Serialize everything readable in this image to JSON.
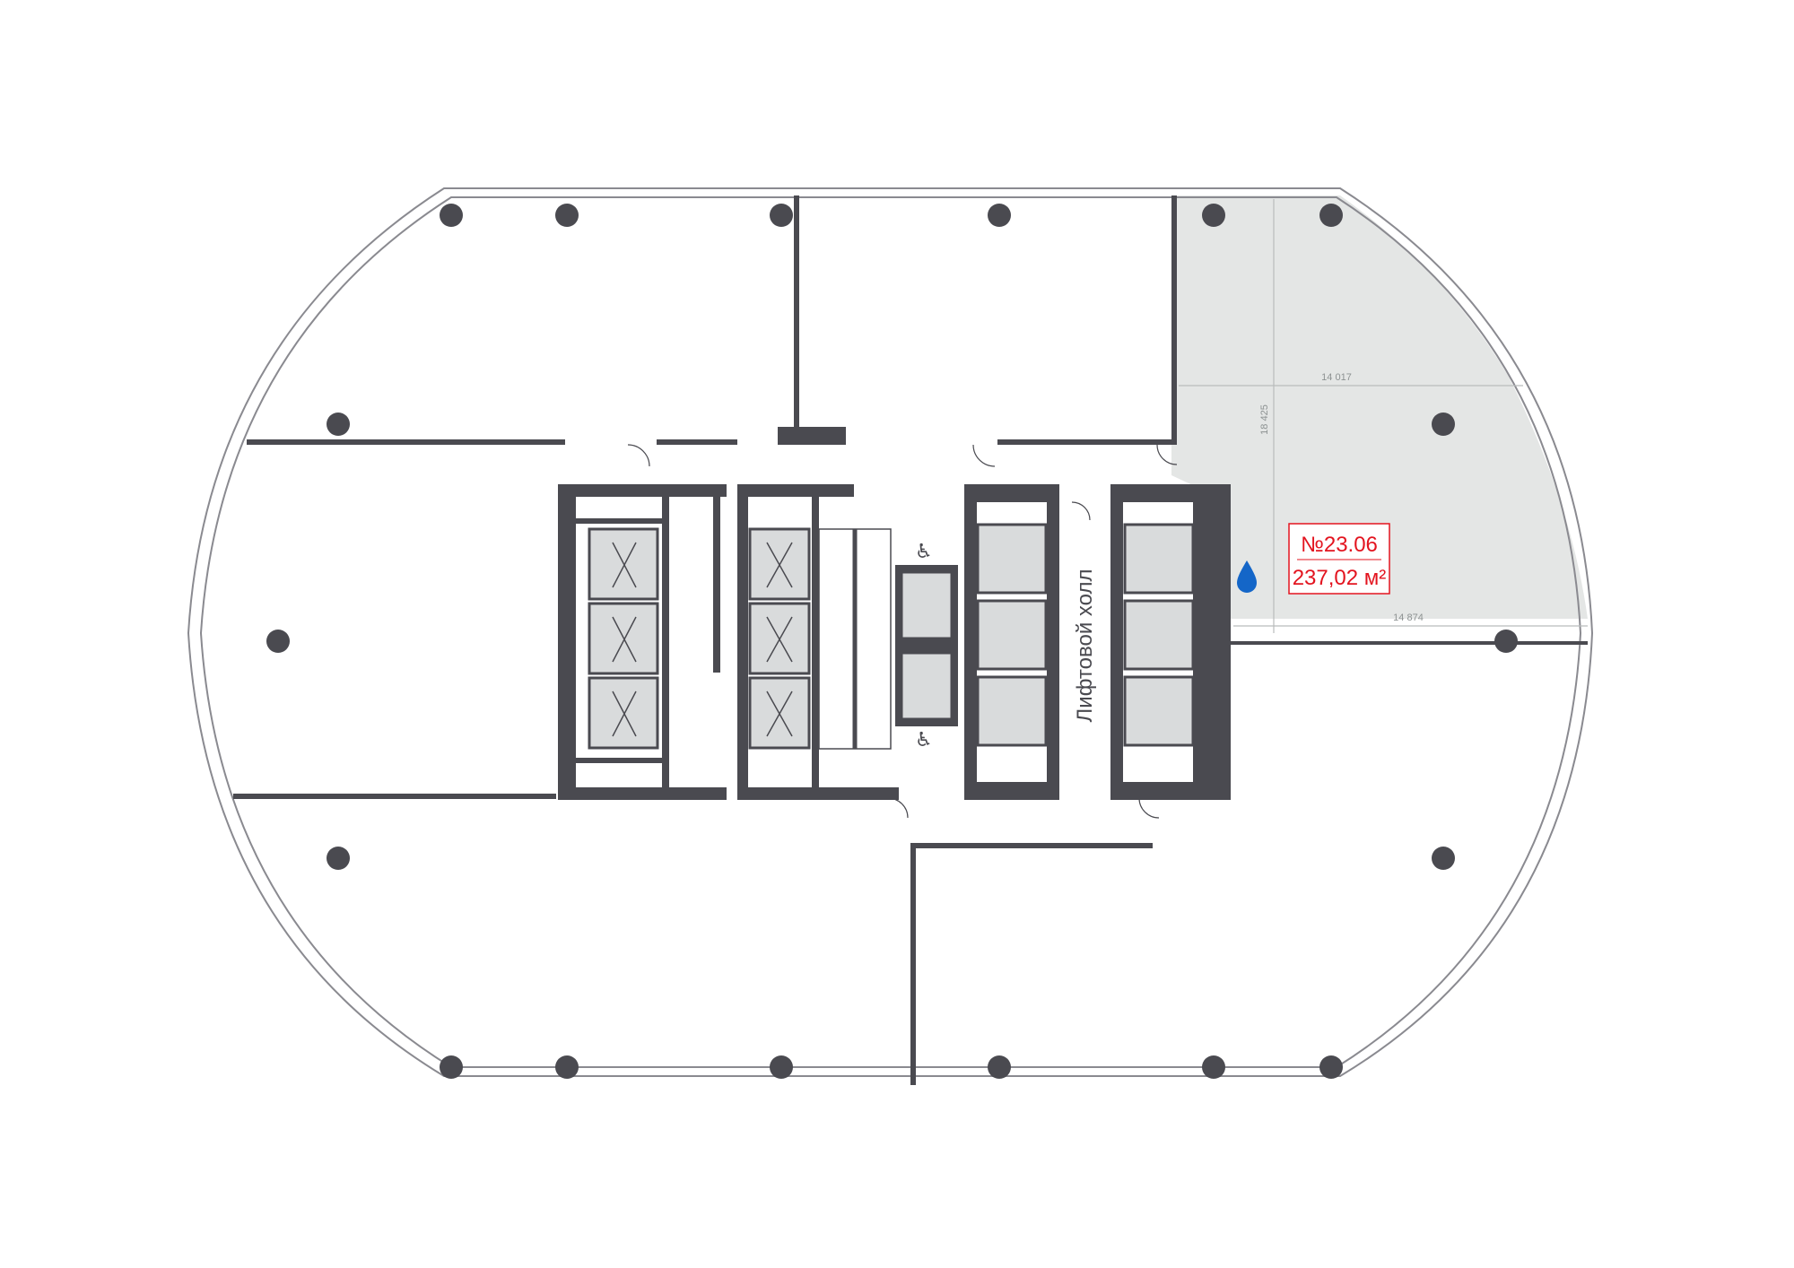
{
  "colors": {
    "wall": "#4a4a50",
    "highlight_area": "#e4e6e5",
    "label_red": "#e3141f",
    "water_blue": "#1466c8"
  },
  "unit": {
    "number": "№23.06",
    "area": "237,02 м²"
  },
  "dimensions": {
    "top_width": "14 017",
    "depth": "18 425",
    "bottom_width": "14 874"
  },
  "rooms": {
    "lift_hall": "Лифтовой холл"
  },
  "icons": [
    "accessible-icon",
    "water-drop-icon",
    "elevator-icon",
    "stair-icon",
    "door-swing-icon"
  ]
}
